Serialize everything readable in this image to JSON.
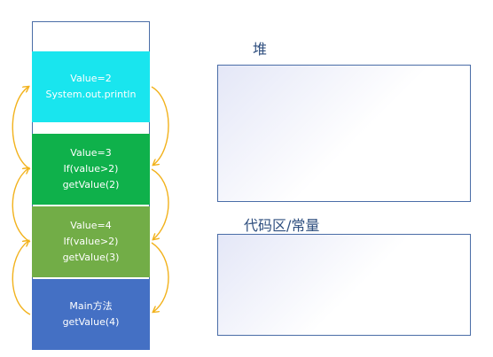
{
  "stack": {
    "frames": [
      {
        "line1": "Value=2",
        "line2": "System.out.println",
        "line3": "",
        "color": "#19e5ee"
      },
      {
        "line1": "Value=3",
        "line2": "If(value>2)",
        "line3": "getValue(2)",
        "color": "#0fb14b"
      },
      {
        "line1": "Value=4",
        "line2": "If(value>2)",
        "line3": "getValue(3)",
        "color": "#72ad47"
      },
      {
        "line1": "Main方法",
        "line2": "getValue(4)",
        "line3": "",
        "color": "#4470c4"
      }
    ]
  },
  "heap": {
    "label": "堆"
  },
  "code_area": {
    "label": "代码区/常量"
  },
  "colors": {
    "arrow": "#f2b21c",
    "border": "#4a6da7"
  }
}
